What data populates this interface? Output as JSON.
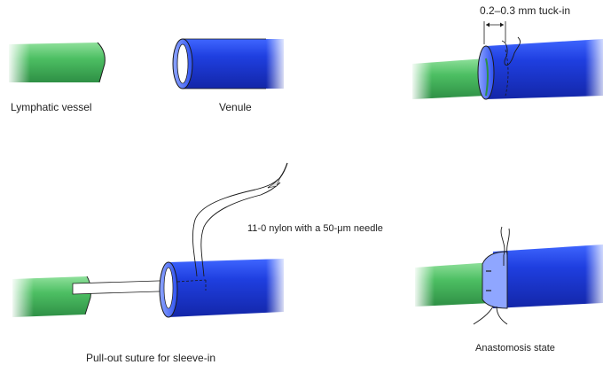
{
  "labels": {
    "lymphatic_vessel": "Lymphatic vessel",
    "venule": "Venule",
    "tuck_in": "0.2–0.3 mm tuck-in",
    "nylon": "11-0 nylon with a 50-μm needle",
    "pullout": "Pull-out suture for sleeve-in",
    "anastomosis": "Anastomosis state"
  },
  "colors": {
    "lymphatic_green": "#4dbf63",
    "venule_blue": "#1f3fe0",
    "outline": "#1a1a1a",
    "text": "#222222"
  }
}
